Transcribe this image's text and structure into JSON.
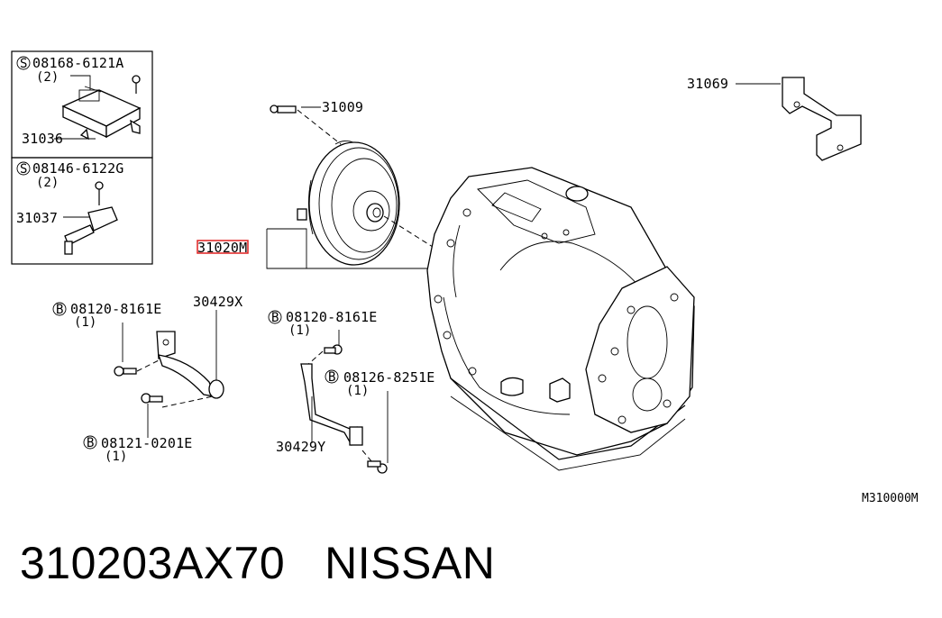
{
  "labels": {
    "s1_code": "08168-6121A",
    "s1_qty": "(2)",
    "p31036": "31036",
    "s2_code": "08146-6122G",
    "s2_qty": "(2)",
    "p31037": "31037",
    "p31009": "31009",
    "p31020": "31020M",
    "p31069": "31069",
    "b1_code": "08120-8161E",
    "b1_qty": "(1)",
    "p30429x": "30429X",
    "b2_code": "08121-0201E",
    "b2_qty": "(1)",
    "b3_code": "08120-8161E",
    "b3_qty": "(1)",
    "b4_code": "08126-8251E",
    "b4_qty": "(1)",
    "p30429y": "30429Y",
    "diagram_code": "M310000M",
    "s_symbol": "S",
    "b_symbol": "B"
  },
  "caption": {
    "part_number": "310203AX70",
    "brand": "NISSAN"
  },
  "colors": {
    "highlight": "#e02020",
    "ink": "#000000"
  }
}
